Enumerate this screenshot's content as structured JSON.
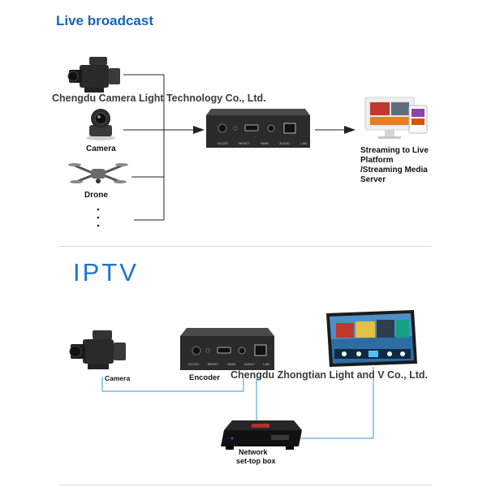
{
  "live": {
    "title": "Live broadcast",
    "watermark": "Chengdu Camera Light Technology Co., Ltd.",
    "camera_label": "Camera",
    "drone_label": "Drone",
    "platform_label_1": "Streaming to Live",
    "platform_label_2": "Platform",
    "platform_label_3": "/Streaming Media",
    "platform_label_4": "Server",
    "encoder_ports": [
      "DC12V",
      "RESET",
      "HDMI",
      "AUDIO",
      "LAN"
    ]
  },
  "iptv": {
    "title": "IPTV",
    "camera_label": "Camera",
    "encoder_label": "Encoder",
    "watermark": "Chengdu Zhongtian Light and V Co., Ltd.",
    "stb_label_1": "Network",
    "stb_label_2": "set-top box",
    "encoder_ports": [
      "DC12V",
      "RESET",
      "HDMI",
      "AUDIO",
      "LAN"
    ]
  },
  "colors": {
    "accent": "#1976d2",
    "connector": "#5aa9e0",
    "device": "#2b2b2b"
  }
}
